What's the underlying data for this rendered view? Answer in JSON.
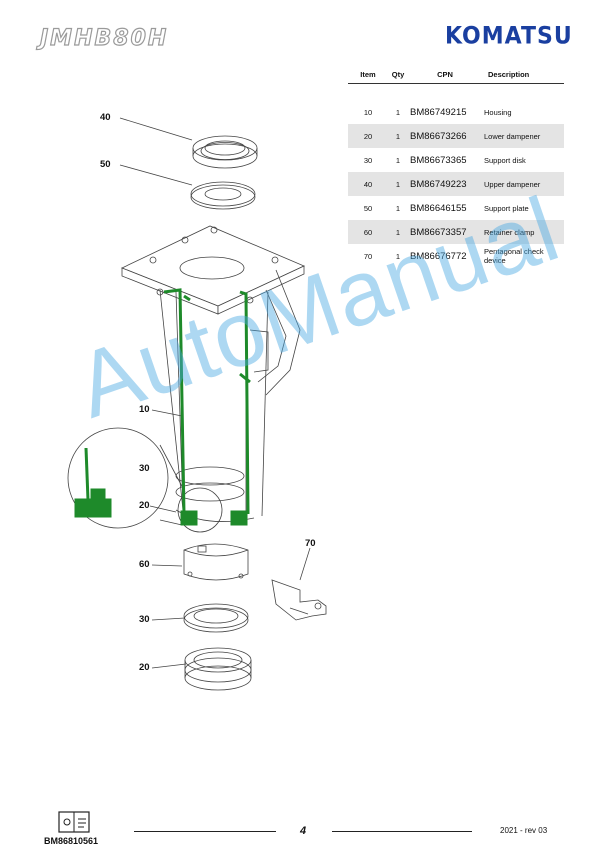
{
  "header": {
    "model": "JMHB80H",
    "brand": "KOMATSU"
  },
  "parts_table": {
    "columns": [
      "Item",
      "Qty",
      "CPN",
      "Description"
    ],
    "rows": [
      {
        "item": "10",
        "qty": "1",
        "cpn": "BM86749215",
        "description": "Housing"
      },
      {
        "item": "20",
        "qty": "1",
        "cpn": "BM86673266",
        "description": "Lower dampener"
      },
      {
        "item": "30",
        "qty": "1",
        "cpn": "BM86673365",
        "description": "Support disk"
      },
      {
        "item": "40",
        "qty": "1",
        "cpn": "BM86749223",
        "description": "Upper dampener"
      },
      {
        "item": "50",
        "qty": "1",
        "cpn": "BM86646155",
        "description": "Support plate"
      },
      {
        "item": "60",
        "qty": "1",
        "cpn": "BM86673357",
        "description": "Retainer clamp"
      },
      {
        "item": "70",
        "qty": "1",
        "cpn": "BM86676772",
        "description": "Pentagonal check device"
      }
    ]
  },
  "callouts": {
    "c40": "40",
    "c50": "50",
    "c10": "10",
    "c30a": "30",
    "c20a": "20",
    "c70": "70",
    "c60": "60",
    "c30b": "30",
    "c20b": "20"
  },
  "watermark": "AutoManual",
  "footer": {
    "code": "BM86810561",
    "page": "4",
    "revision": "2021 -  rev 03",
    "icon": "book-icon"
  },
  "colors": {
    "brand": "#1a3fa0",
    "highlight": "#1e8a2a",
    "watermark": "#4aa8e2",
    "row_shade": "#e4e4e4"
  }
}
